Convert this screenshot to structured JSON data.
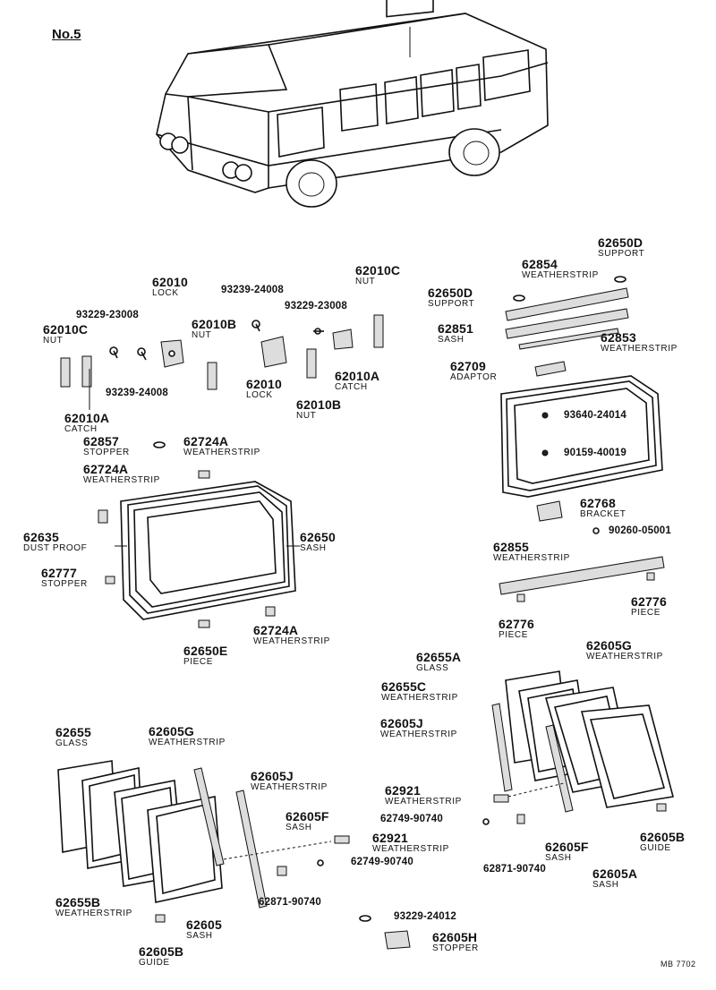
{
  "sheet": {
    "title": "No.5",
    "doc_code": "MB 7702"
  },
  "parts": [
    {
      "id": "p_62010_top",
      "number": "62010",
      "name": "LOCK"
    },
    {
      "id": "p_93229_23008_l",
      "number": "93229-23008",
      "name": ""
    },
    {
      "id": "p_62010C_l",
      "number": "62010C",
      "name": "NUT"
    },
    {
      "id": "p_62010B_top",
      "number": "62010B",
      "name": "NUT"
    },
    {
      "id": "p_93239_24008_top",
      "number": "93239-24008",
      "name": ""
    },
    {
      "id": "p_93229_23008_r",
      "number": "93229-23008",
      "name": ""
    },
    {
      "id": "p_62010C_r",
      "number": "62010C",
      "name": "NUT"
    },
    {
      "id": "p_93239_24008_bot",
      "number": "93239-24008",
      "name": ""
    },
    {
      "id": "p_62010_bot",
      "number": "62010",
      "name": "LOCK"
    },
    {
      "id": "p_62010A_r",
      "number": "62010A",
      "name": "CATCH"
    },
    {
      "id": "p_62010B_bot",
      "number": "62010B",
      "name": "NUT"
    },
    {
      "id": "p_62010A_l",
      "number": "62010A",
      "name": "CATCH"
    },
    {
      "id": "p_62650D_top",
      "number": "62650D",
      "name": "SUPPORT"
    },
    {
      "id": "p_62854",
      "number": "62854",
      "name": "WEATHERSTRIP"
    },
    {
      "id": "p_62650D_l",
      "number": "62650D",
      "name": "SUPPORT"
    },
    {
      "id": "p_62851",
      "number": "62851",
      "name": "SASH"
    },
    {
      "id": "p_62853",
      "number": "62853",
      "name": "WEATHERSTRIP"
    },
    {
      "id": "p_62709",
      "number": "62709",
      "name": "ADAPTOR"
    },
    {
      "id": "p_93640_24014",
      "number": "93640-24014",
      "name": ""
    },
    {
      "id": "p_90159_40019",
      "number": "90159-40019",
      "name": ""
    },
    {
      "id": "p_62768",
      "number": "62768",
      "name": "BRACKET"
    },
    {
      "id": "p_90260_05001",
      "number": "90260-05001",
      "name": ""
    },
    {
      "id": "p_62855",
      "number": "62855",
      "name": "WEATHERSTRIP"
    },
    {
      "id": "p_62776_r",
      "number": "62776",
      "name": "PIECE"
    },
    {
      "id": "p_62776_l",
      "number": "62776",
      "name": "PIECE"
    },
    {
      "id": "p_62857",
      "number": "62857",
      "name": "STOPPER"
    },
    {
      "id": "p_62724A_top",
      "number": "62724A",
      "name": "WEATHERSTRIP"
    },
    {
      "id": "p_62724A_l",
      "number": "62724A",
      "name": "WEATHERSTRIP"
    },
    {
      "id": "p_62635",
      "number": "62635",
      "name": "DUST PROOF"
    },
    {
      "id": "p_62650",
      "number": "62650",
      "name": "SASH"
    },
    {
      "id": "p_62777",
      "number": "62777",
      "name": "STOPPER"
    },
    {
      "id": "p_62650E",
      "number": "62650E",
      "name": "PIECE"
    },
    {
      "id": "p_62724A_bot",
      "number": "62724A",
      "name": "WEATHERSTRIP"
    },
    {
      "id": "p_62655A",
      "number": "62655A",
      "name": "GLASS"
    },
    {
      "id": "p_62605G_r",
      "number": "62605G",
      "name": "WEATHERSTRIP"
    },
    {
      "id": "p_62655C",
      "number": "62655C",
      "name": "WEATHERSTRIP"
    },
    {
      "id": "p_62605J_r",
      "number": "62605J",
      "name": "WEATHERSTRIP"
    },
    {
      "id": "p_62921_r",
      "number": "62921",
      "name": "WEATHERSTRIP"
    },
    {
      "id": "p_62749_90740_r",
      "number": "62749-90740",
      "name": ""
    },
    {
      "id": "p_62605F_r",
      "number": "62605F",
      "name": "SASH"
    },
    {
      "id": "p_62605B_r",
      "number": "62605B",
      "name": "GUIDE"
    },
    {
      "id": "p_62871_90740_r",
      "number": "62871-90740",
      "name": ""
    },
    {
      "id": "p_62605A",
      "number": "62605A",
      "name": "SASH"
    },
    {
      "id": "p_62655",
      "number": "62655",
      "name": "GLASS"
    },
    {
      "id": "p_62605G_l",
      "number": "62605G",
      "name": "WEATHERSTRIP"
    },
    {
      "id": "p_62605J_l",
      "number": "62605J",
      "name": "WEATHERSTRIP"
    },
    {
      "id": "p_62605F_l",
      "number": "62605F",
      "name": "SASH"
    },
    {
      "id": "p_62921_l",
      "number": "62921",
      "name": "WEATHERSTRIP"
    },
    {
      "id": "p_62749_90740_l",
      "number": "62749-90740",
      "name": ""
    },
    {
      "id": "p_62655B",
      "number": "62655B",
      "name": "WEATHERSTRIP"
    },
    {
      "id": "p_62871_90740_l",
      "number": "62871-90740",
      "name": ""
    },
    {
      "id": "p_62605",
      "number": "62605",
      "name": "SASH"
    },
    {
      "id": "p_93229_24012",
      "number": "93229-24012",
      "name": ""
    },
    {
      "id": "p_62605H",
      "number": "62605H",
      "name": "STOPPER"
    },
    {
      "id": "p_62605B_l",
      "number": "62605B",
      "name": "GUIDE"
    }
  ]
}
